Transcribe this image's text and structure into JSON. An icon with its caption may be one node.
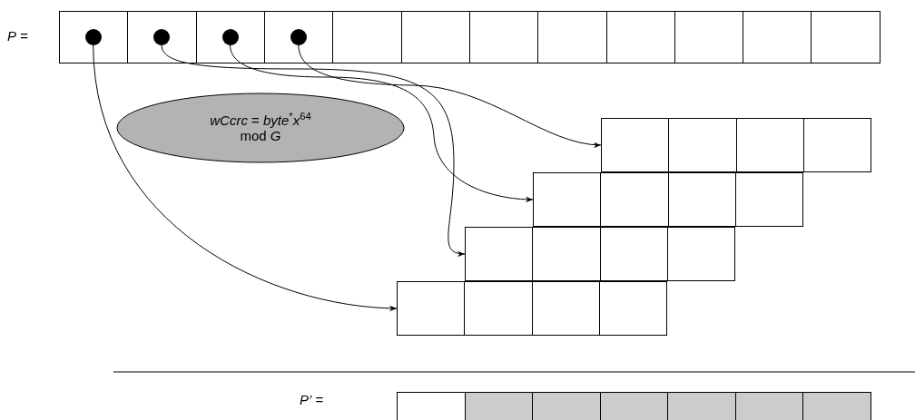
{
  "diagram": {
    "nodes": [
      {
        "text": [],
        "shape": "circle"
      },
      {
        "text": [],
        "shape": "circle"
      },
      {
        "text": [],
        "shape": "circle"
      },
      {
        "text": [],
        "shape": "circle"
      },
      {
        "text": [
          "*wCcrc* = *byte*$^{*}$*x*$^{64}$ mod *G*"
        ]
      },
      {
        "text": [],
        "shape": "box"
      },
      {
        "text": [],
        "shape": "box"
      },
      {
        "text": [],
        "shape": "box"
      },
      {
        "text": [],
        "shape": "box"
      }
    ],
    "edges": [
      {
        "from": 0,
        "to": 8,
        "arrow": "to"
      },
      {
        "from": 1,
        "to": 7,
        "arrow": "to"
      },
      {
        "from": 2,
        "to": 6,
        "arrow": "to"
      },
      {
        "from": 3,
        "to": 5,
        "arrow": "to"
      }
    ],
    "labels": [
      "*P* =",
      "*P’* ="
    ]
  }
}
